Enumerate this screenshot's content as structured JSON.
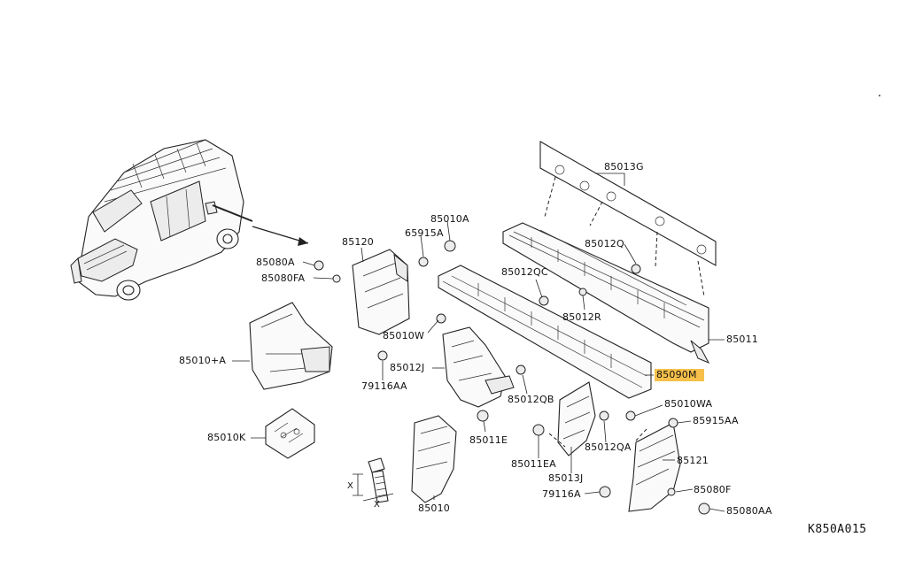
{
  "diagram": {
    "code": "K850A015",
    "labels": {
      "p85013G": "85013G",
      "p85010A": "85010A",
      "p85120": "85120",
      "p65915A": "65915A",
      "p85080A": "85080A",
      "p85080FA": "85080FA",
      "p85012Q": "85012Q",
      "p85012QC": "85012QC",
      "p85012R": "85012R",
      "p85011": "85011",
      "p85010W": "85010W",
      "p85010plusA": "85010+A",
      "p85012J": "85012J",
      "p79116AA": "79116AA",
      "p85090M": "85090M",
      "p85012QB": "85012QB",
      "p85010WA": "85010WA",
      "p85915AA": "85915AA",
      "p85010K": "85010K",
      "p85011E": "85011E",
      "p85012QA": "85012QA",
      "p85121": "85121",
      "p85011EA": "85011EA",
      "p85013J": "85013J",
      "p85080F": "85080F",
      "p79116A": "79116A",
      "p85080AA": "85080AA",
      "p85010": "85010",
      "dimX1": "X",
      "dimX2": "X"
    }
  },
  "colors": {
    "highlight": "#f6c04a",
    "line": "#222222",
    "background": "#ffffff"
  }
}
